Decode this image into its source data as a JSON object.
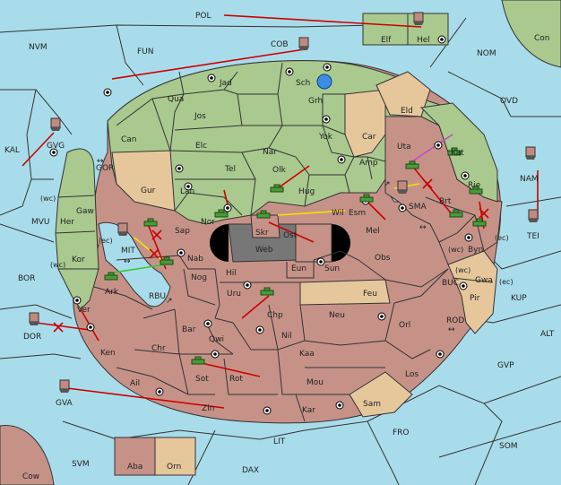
{
  "colors": {
    "sea": "#a9dcea",
    "green": "#a9c98f",
    "red": "#c69288",
    "tan": "#e6c79c",
    "center": "#777777",
    "order_red": "#cc0000",
    "order_yellow": "#f0e500",
    "order_green": "#33cc33",
    "order_purple": "#cc44cc"
  },
  "sea_labels": {
    "POL": "POL",
    "NVM": "NVM",
    "FUN": "FUN",
    "COB": "COB",
    "NOM": "NOM",
    "Con": "Con",
    "OVD": "OVD",
    "KAL": "KAL",
    "GVG": "GVG",
    "GOR": "GOR",
    "MVU": "MVU",
    "BOR": "BOR",
    "MIT": "MIT",
    "RBU": "RBU",
    "DOR": "DOR",
    "GVA": "GVA",
    "SMA": "SMA",
    "NAM": "NAM",
    "TEI": "TEI",
    "BUC": "BUC",
    "KUP": "KUP",
    "ROD": "ROD",
    "ALT": "ALT",
    "GVP": "GVP",
    "FRO": "FRO",
    "SOM": "SOM",
    "LIT": "LIT",
    "SVM": "SVM",
    "DAX": "DAX",
    "Cow": "Cow",
    "Aba": "Aba",
    "Orn": "Orn",
    "Elf": "Elf",
    "Hel": "Hel"
  },
  "land_labels": {
    "Jad": "Jad",
    "Sch": "Sch",
    "Qua": "Qua",
    "Grh": "Grh",
    "Eld": "Eld",
    "Jos": "Jos",
    "Can": "Can",
    "Car": "Car",
    "Yok": "Yok",
    "Uta": "Uta",
    "Kat": "Kat",
    "Elc": "Elc",
    "Nar": "Nar",
    "Tel": "Tel",
    "Olk": "Olk",
    "Amp": "Amp",
    "Gur": "Gur",
    "Lan": "Lan",
    "Hug": "Hug",
    "Rie": "Rie",
    "Brt": "Brt",
    "Gaw": "Gaw",
    "Her": "Her",
    "Nor": "Nor",
    "Wil": "Wil",
    "Esm": "Esm",
    "Sap": "Sap",
    "Skr": "Skr",
    "Ost": "Ost",
    "Mel": "Mel",
    "Web": "Web",
    "Byn": "Byn",
    "Kor": "Kor",
    "Nab": "Nab",
    "Hil": "Hil",
    "Eun": "Eun",
    "Sun": "Sun",
    "Obs": "Obs",
    "Gwa": "Gwa",
    "Ark": "Ark",
    "Nog": "Nog",
    "Pir": "Pir",
    "Uru": "Uru",
    "Feu": "Feu",
    "Ver": "Ver",
    "Chp": "Chp",
    "Neu": "Neu",
    "Bar": "Bar",
    "Qwi": "Qwi",
    "Orl": "Orl",
    "Ken": "Ken",
    "Chr": "Chr",
    "Nil": "Nil",
    "Kaa": "Kaa",
    "Ail": "Ail",
    "Sot": "Sot",
    "Rot": "Rot",
    "Mou": "Mou",
    "Los": "Los",
    "Zin": "Zin",
    "Kar": "Kar",
    "Sam": "Sam"
  },
  "coast_labels": {
    "wc1": "(wc)",
    "ec1": "(ec)",
    "wc2": "(wc)",
    "ec2": "(ec)",
    "wc3": "(wc)",
    "ec3": "(ec)",
    "wc4": "(wc)"
  }
}
